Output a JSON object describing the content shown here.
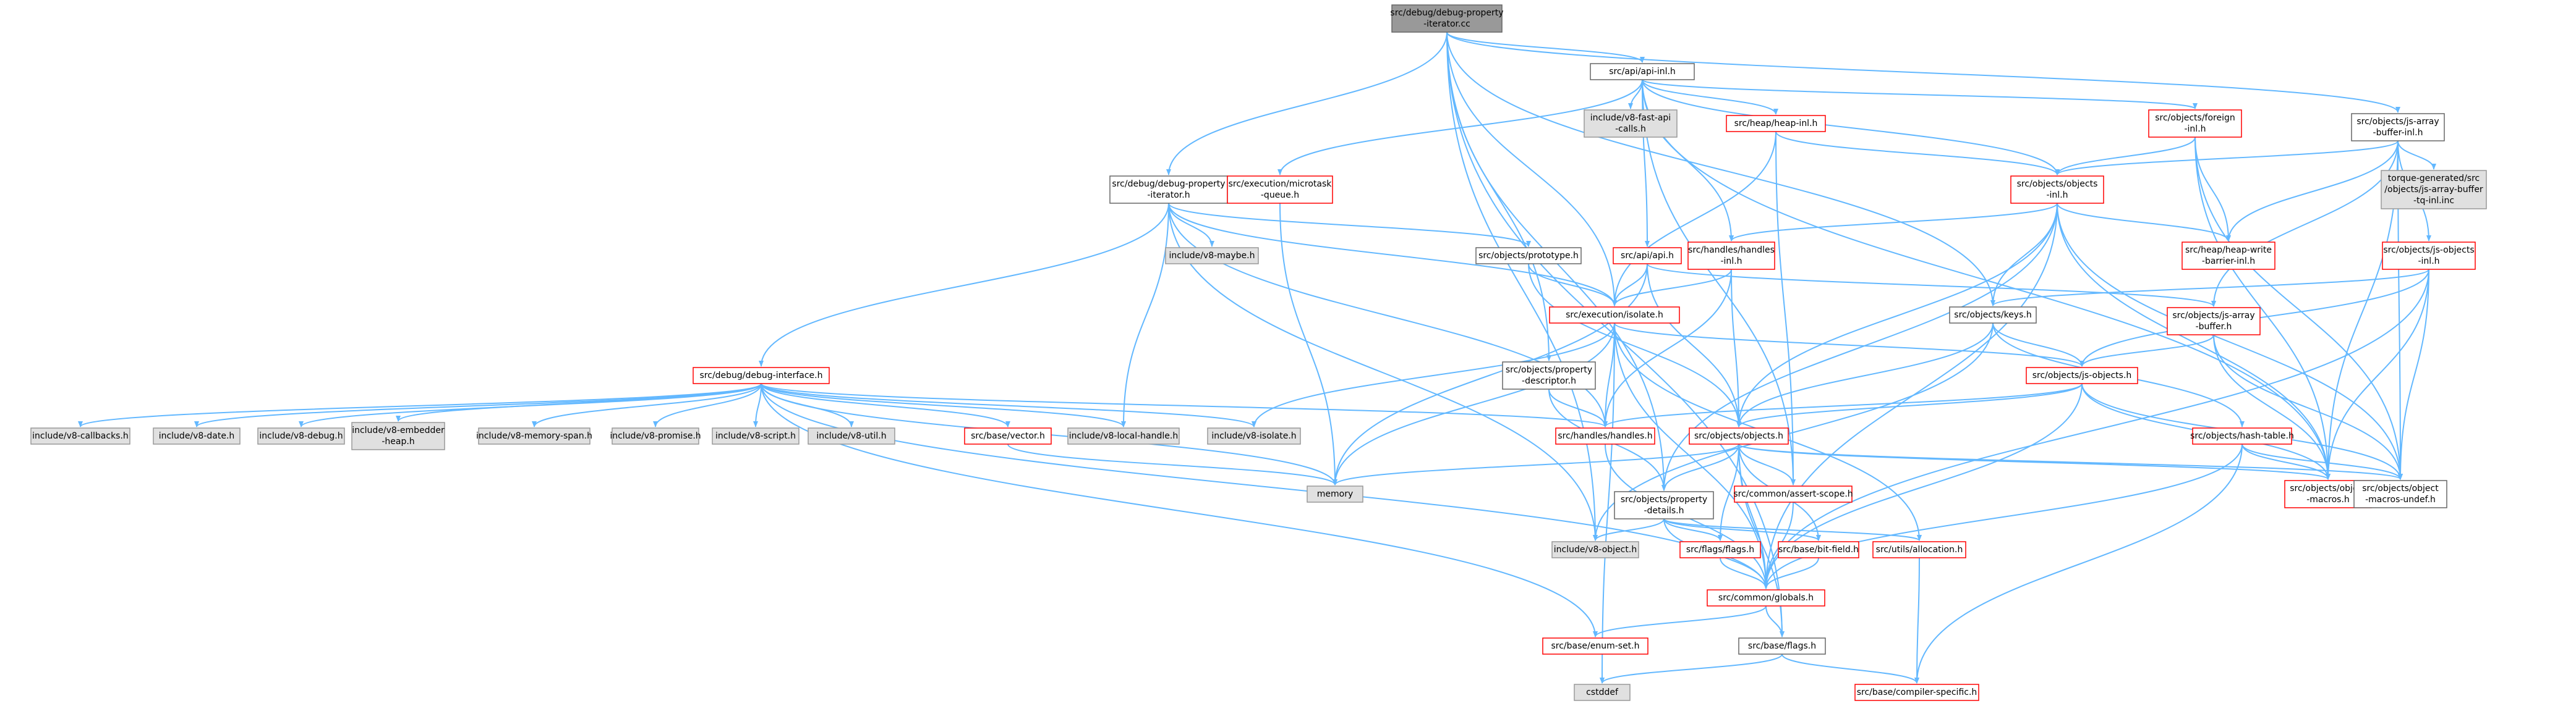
{
  "colors": {
    "edge": "#63b8ff",
    "root_fill": "#999999",
    "root_stroke": "#666666",
    "file_fill": "#ffffff",
    "file_stroke": "#666666",
    "missing_fill": "#e0e0e0",
    "missing_stroke": "#999999",
    "red_stroke": "#ff0000"
  },
  "nodes": [
    {
      "id": "root",
      "kind": "root",
      "lines": [
        "src/debug/debug-property",
        "-iterator.cc"
      ]
    },
    {
      "id": "api_inl",
      "kind": "file",
      "lines": [
        "src/api/api-inl.h"
      ]
    },
    {
      "id": "v8_fast_api",
      "kind": "missing",
      "lines": [
        "include/v8-fast-api",
        "-calls.h"
      ]
    },
    {
      "id": "heap_inl",
      "kind": "red",
      "lines": [
        "src/heap/heap-inl.h"
      ]
    },
    {
      "id": "foreign_inl",
      "kind": "red",
      "lines": [
        "src/objects/foreign",
        "-inl.h"
      ]
    },
    {
      "id": "js_array_buffer_inl",
      "kind": "file",
      "lines": [
        "src/objects/js-array",
        "-buffer-inl.h"
      ]
    },
    {
      "id": "debug_prop_iter_h",
      "kind": "file",
      "lines": [
        "src/debug/debug-property",
        "-iterator.h"
      ]
    },
    {
      "id": "microtask_queue",
      "kind": "red",
      "lines": [
        "src/execution/microtask",
        "-queue.h"
      ]
    },
    {
      "id": "objects_inl",
      "kind": "red",
      "lines": [
        "src/objects/objects",
        "-inl.h"
      ]
    },
    {
      "id": "torque_gen",
      "kind": "missing",
      "lines": [
        "torque-generated/src",
        "/objects/js-array-buffer",
        "-tq-inl.inc"
      ]
    },
    {
      "id": "v8_maybe",
      "kind": "missing",
      "lines": [
        "include/v8-maybe.h"
      ]
    },
    {
      "id": "prototype_h",
      "kind": "file",
      "lines": [
        "src/objects/prototype.h"
      ]
    },
    {
      "id": "api_h",
      "kind": "red",
      "lines": [
        "src/api/api.h"
      ]
    },
    {
      "id": "handles_inl",
      "kind": "red",
      "lines": [
        "src/handles/handles",
        "-inl.h"
      ]
    },
    {
      "id": "heap_write_barrier",
      "kind": "red",
      "lines": [
        "src/heap/heap-write",
        "-barrier-inl.h"
      ]
    },
    {
      "id": "js_objects_inl",
      "kind": "red",
      "lines": [
        "src/objects/js-objects",
        "-inl.h"
      ]
    },
    {
      "id": "isolate_h",
      "kind": "red",
      "lines": [
        "src/execution/isolate.h"
      ]
    },
    {
      "id": "keys_h",
      "kind": "file",
      "lines": [
        "src/objects/keys.h"
      ]
    },
    {
      "id": "js_array_buffer_h",
      "kind": "red",
      "lines": [
        "src/objects/js-array",
        "-buffer.h"
      ]
    },
    {
      "id": "prop_descriptor",
      "kind": "file",
      "lines": [
        "src/objects/property",
        "-descriptor.h"
      ]
    },
    {
      "id": "js_objects_h",
      "kind": "red",
      "lines": [
        "src/objects/js-objects.h"
      ]
    },
    {
      "id": "debug_interface",
      "kind": "red",
      "lines": [
        "src/debug/debug-interface.h"
      ]
    },
    {
      "id": "v8_callbacks",
      "kind": "missing",
      "lines": [
        "include/v8-callbacks.h"
      ]
    },
    {
      "id": "v8_date",
      "kind": "missing",
      "lines": [
        "include/v8-date.h"
      ]
    },
    {
      "id": "v8_debug",
      "kind": "missing",
      "lines": [
        "include/v8-debug.h"
      ]
    },
    {
      "id": "v8_embedder_heap",
      "kind": "missing",
      "lines": [
        "include/v8-embedder",
        "-heap.h"
      ]
    },
    {
      "id": "v8_memory_span",
      "kind": "missing",
      "lines": [
        "include/v8-memory-span.h"
      ]
    },
    {
      "id": "v8_promise",
      "kind": "missing",
      "lines": [
        "include/v8-promise.h"
      ]
    },
    {
      "id": "v8_script",
      "kind": "missing",
      "lines": [
        "include/v8-script.h"
      ]
    },
    {
      "id": "v8_util",
      "kind": "missing",
      "lines": [
        "include/v8-util.h"
      ]
    },
    {
      "id": "base_vector",
      "kind": "red",
      "lines": [
        "src/base/vector.h"
      ]
    },
    {
      "id": "v8_local_handle",
      "kind": "missing",
      "lines": [
        "include/v8-local-handle.h"
      ]
    },
    {
      "id": "v8_isolate",
      "kind": "missing",
      "lines": [
        "include/v8-isolate.h"
      ]
    },
    {
      "id": "handles_h",
      "kind": "red",
      "lines": [
        "src/handles/handles.h"
      ]
    },
    {
      "id": "objects_h",
      "kind": "red",
      "lines": [
        "src/objects/objects.h"
      ]
    },
    {
      "id": "hash_table",
      "kind": "red",
      "lines": [
        "src/objects/hash-table.h"
      ]
    },
    {
      "id": "memory",
      "kind": "missing",
      "lines": [
        "memory"
      ]
    },
    {
      "id": "prop_details",
      "kind": "file",
      "lines": [
        "src/objects/property",
        "-details.h"
      ]
    },
    {
      "id": "assert_scope",
      "kind": "red",
      "lines": [
        "src/common/assert-scope.h"
      ]
    },
    {
      "id": "object_macros",
      "kind": "red",
      "lines": [
        "src/objects/object",
        "-macros.h"
      ]
    },
    {
      "id": "object_macros_undef",
      "kind": "file",
      "lines": [
        "src/objects/object",
        "-macros-undef.h"
      ]
    },
    {
      "id": "v8_object",
      "kind": "missing",
      "lines": [
        "include/v8-object.h"
      ]
    },
    {
      "id": "flags_h",
      "kind": "red",
      "lines": [
        "src/flags/flags.h"
      ]
    },
    {
      "id": "bit_field",
      "kind": "red",
      "lines": [
        "src/base/bit-field.h"
      ]
    },
    {
      "id": "allocation",
      "kind": "red",
      "lines": [
        "src/utils/allocation.h"
      ]
    },
    {
      "id": "globals",
      "kind": "red",
      "lines": [
        "src/common/globals.h"
      ]
    },
    {
      "id": "enum_set",
      "kind": "red",
      "lines": [
        "src/base/enum-set.h"
      ]
    },
    {
      "id": "base_flags",
      "kind": "file",
      "lines": [
        "src/base/flags.h"
      ]
    },
    {
      "id": "cstddef",
      "kind": "missing",
      "lines": [
        "cstddef"
      ]
    },
    {
      "id": "compiler_specific",
      "kind": "red",
      "lines": [
        "src/base/compiler-specific.h"
      ]
    }
  ],
  "edges": [
    [
      "root",
      "api_inl"
    ],
    [
      "root",
      "js_array_buffer_inl"
    ],
    [
      "root",
      "debug_prop_iter_h"
    ],
    [
      "root",
      "isolate_h"
    ],
    [
      "root",
      "keys_h"
    ],
    [
      "root",
      "prop_descriptor"
    ],
    [
      "root",
      "prop_details"
    ],
    [
      "root",
      "v8_object"
    ],
    [
      "root",
      "base_flags"
    ],
    [
      "api_inl",
      "v8_fast_api"
    ],
    [
      "api_inl",
      "heap_inl"
    ],
    [
      "api_inl",
      "foreign_inl"
    ],
    [
      "api_inl",
      "microtask_queue"
    ],
    [
      "api_inl",
      "objects_inl"
    ],
    [
      "api_inl",
      "api_h"
    ],
    [
      "api_inl",
      "handles_inl"
    ],
    [
      "api_inl",
      "assert_scope"
    ],
    [
      "api_inl",
      "object_macros"
    ],
    [
      "heap_inl",
      "objects_inl"
    ],
    [
      "heap_inl",
      "isolate_h"
    ],
    [
      "heap_inl",
      "assert_scope"
    ],
    [
      "foreign_inl",
      "objects_inl"
    ],
    [
      "foreign_inl",
      "heap_write_barrier"
    ],
    [
      "foreign_inl",
      "object_macros"
    ],
    [
      "foreign_inl",
      "object_macros_undef"
    ],
    [
      "js_array_buffer_inl",
      "objects_inl"
    ],
    [
      "js_array_buffer_inl",
      "torque_gen"
    ],
    [
      "js_array_buffer_inl",
      "heap_write_barrier"
    ],
    [
      "js_array_buffer_inl",
      "js_objects_inl"
    ],
    [
      "js_array_buffer_inl",
      "js_array_buffer_h"
    ],
    [
      "js_array_buffer_inl",
      "object_macros"
    ],
    [
      "js_array_buffer_inl",
      "object_macros_undef"
    ],
    [
      "debug_prop_iter_h",
      "debug_interface"
    ],
    [
      "debug_prop_iter_h",
      "v8_maybe"
    ],
    [
      "debug_prop_iter_h",
      "prototype_h"
    ],
    [
      "debug_prop_iter_h",
      "isolate_h"
    ],
    [
      "debug_prop_iter_h",
      "handles_h"
    ],
    [
      "debug_prop_iter_h",
      "v8_local_handle"
    ],
    [
      "debug_prop_iter_h",
      "v8_object"
    ],
    [
      "microtask_queue",
      "memory"
    ],
    [
      "objects_inl",
      "handles_inl"
    ],
    [
      "objects_inl",
      "heap_write_barrier"
    ],
    [
      "objects_inl",
      "keys_h"
    ],
    [
      "objects_inl",
      "objects_h"
    ],
    [
      "objects_inl",
      "prop_details"
    ],
    [
      "objects_inl",
      "globals"
    ],
    [
      "objects_inl",
      "object_macros"
    ],
    [
      "objects_inl",
      "object_macros_undef"
    ],
    [
      "prototype_h",
      "isolate_h"
    ],
    [
      "prototype_h",
      "objects_h"
    ],
    [
      "api_h",
      "isolate_h"
    ],
    [
      "api_h",
      "objects_h"
    ],
    [
      "api_h",
      "js_array_buffer_h"
    ],
    [
      "api_h",
      "memory"
    ],
    [
      "handles_inl",
      "isolate_h"
    ],
    [
      "handles_inl",
      "handles_h"
    ],
    [
      "handles_inl",
      "objects_h"
    ],
    [
      "js_objects_inl",
      "keys_h"
    ],
    [
      "js_objects_inl",
      "js_objects_h"
    ],
    [
      "js_objects_inl",
      "object_macros"
    ],
    [
      "js_objects_inl",
      "object_macros_undef"
    ],
    [
      "js_objects_inl",
      "globals"
    ],
    [
      "isolate_h",
      "handles_h"
    ],
    [
      "isolate_h",
      "js_objects_h"
    ],
    [
      "isolate_h",
      "memory"
    ],
    [
      "isolate_h",
      "v8_isolate"
    ],
    [
      "isolate_h",
      "globals"
    ],
    [
      "isolate_h",
      "allocation"
    ],
    [
      "isolate_h",
      "cstddef"
    ],
    [
      "keys_h",
      "js_objects_h"
    ],
    [
      "keys_h",
      "objects_h"
    ],
    [
      "keys_h",
      "hash_table"
    ],
    [
      "keys_h",
      "v8_object"
    ],
    [
      "js_array_buffer_h",
      "js_objects_h"
    ],
    [
      "js_array_buffer_h",
      "object_macros"
    ],
    [
      "js_array_buffer_h",
      "object_macros_undef"
    ],
    [
      "prop_descriptor",
      "handles_h"
    ],
    [
      "prop_descriptor",
      "prop_details"
    ],
    [
      "js_objects_h",
      "objects_h"
    ],
    [
      "js_objects_h",
      "handles_h"
    ],
    [
      "js_objects_h",
      "object_macros"
    ],
    [
      "js_objects_h",
      "object_macros_undef"
    ],
    [
      "js_objects_h",
      "globals"
    ],
    [
      "debug_interface",
      "v8_callbacks"
    ],
    [
      "debug_interface",
      "v8_date"
    ],
    [
      "debug_interface",
      "v8_debug"
    ],
    [
      "debug_interface",
      "v8_embedder_heap"
    ],
    [
      "debug_interface",
      "v8_memory_span"
    ],
    [
      "debug_interface",
      "v8_promise"
    ],
    [
      "debug_interface",
      "v8_script"
    ],
    [
      "debug_interface",
      "v8_util"
    ],
    [
      "debug_interface",
      "base_vector"
    ],
    [
      "debug_interface",
      "v8_local_handle"
    ],
    [
      "debug_interface",
      "v8_isolate"
    ],
    [
      "debug_interface",
      "globals"
    ],
    [
      "debug_interface",
      "enum_set"
    ],
    [
      "debug_interface",
      "memory"
    ],
    [
      "debug_interface",
      "handles_h"
    ],
    [
      "base_vector",
      "memory"
    ],
    [
      "handles_h",
      "globals"
    ],
    [
      "objects_h",
      "memory"
    ],
    [
      "objects_h",
      "prop_details"
    ],
    [
      "objects_h",
      "assert_scope"
    ],
    [
      "objects_h",
      "object_macros"
    ],
    [
      "objects_h",
      "object_macros_undef"
    ],
    [
      "objects_h",
      "bit_field"
    ],
    [
      "objects_h",
      "flags_h"
    ],
    [
      "objects_h",
      "base_flags"
    ],
    [
      "objects_h",
      "globals"
    ],
    [
      "hash_table",
      "object_macros"
    ],
    [
      "hash_table",
      "object_macros_undef"
    ],
    [
      "hash_table",
      "globals"
    ],
    [
      "hash_table",
      "compiler_specific"
    ],
    [
      "prop_details",
      "globals"
    ],
    [
      "prop_details",
      "flags_h"
    ],
    [
      "prop_details",
      "bit_field"
    ],
    [
      "prop_details",
      "allocation"
    ],
    [
      "prop_details",
      "v8_object"
    ],
    [
      "assert_scope",
      "globals"
    ],
    [
      "flags_h",
      "globals"
    ],
    [
      "bit_field",
      "globals"
    ],
    [
      "allocation",
      "compiler_specific"
    ],
    [
      "globals",
      "enum_set"
    ],
    [
      "globals",
      "base_flags"
    ],
    [
      "base_flags",
      "cstddef"
    ],
    [
      "base_flags",
      "compiler_specific"
    ]
  ]
}
